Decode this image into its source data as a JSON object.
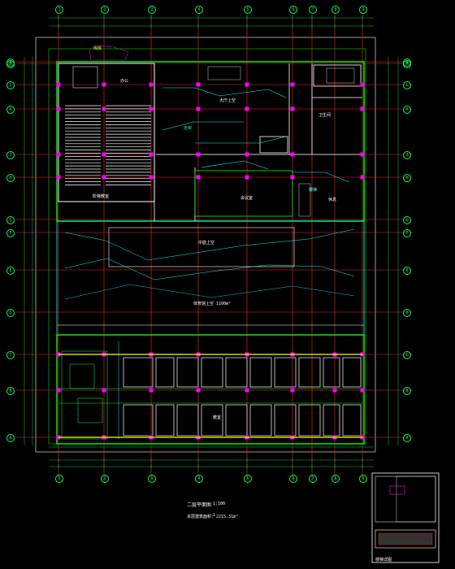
{
  "drawing": {
    "title": "二层平面图",
    "scale": "1:100",
    "area_note": "本层建筑面积: 2215.31m²",
    "mark": "1"
  },
  "grid": {
    "columns": [
      "1",
      "2",
      "3",
      "4",
      "5",
      "6",
      "7",
      "8",
      "9"
    ],
    "rows": [
      "A",
      "B",
      "C",
      "D",
      "E",
      "F",
      "G",
      "H",
      "J",
      "K",
      "L",
      "M",
      "N"
    ]
  },
  "rooms": {
    "storage_top": "库房",
    "main_hall_top": "大厅上空",
    "lecture_hall": "阶梯教室",
    "office": "办公",
    "meeting": "会议室",
    "lounge": "休息",
    "toilet": "卫生间",
    "corridor": "走廊",
    "atrium": "中庭上空",
    "sports_hall": "体育馆上空 1100m²",
    "classroom": "教室",
    "stair": "楼梯"
  },
  "detail": {
    "label": "楼梯详图"
  },
  "colors": {
    "wall_green": "#00ff00",
    "column_magenta": "#ff00ff",
    "axis_red": "#ff2020",
    "dim_green": "#00cc44",
    "glazing_cyan": "#00ffff",
    "background": "#000000"
  }
}
